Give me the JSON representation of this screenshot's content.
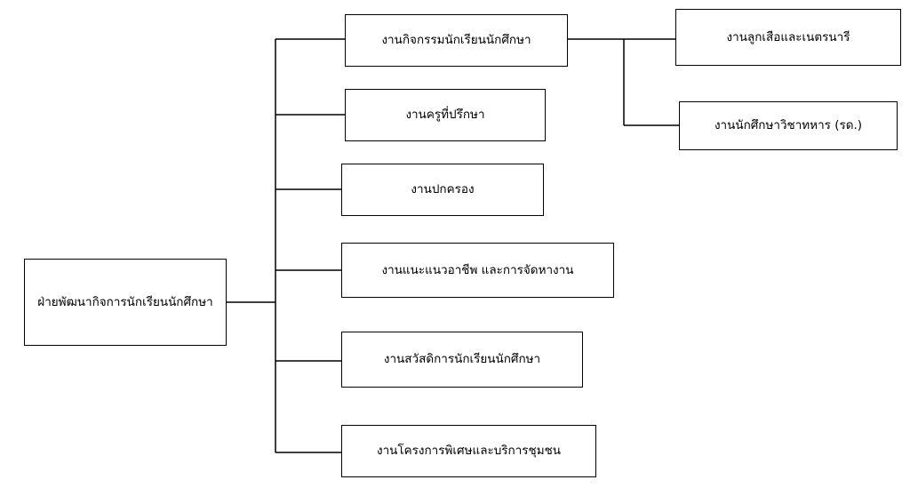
{
  "diagram": {
    "root": {
      "label": "ฝ่ายพัฒนากิจการนักเรียนนักศึกษา"
    },
    "departments": [
      {
        "label": "งานกิจกรรมนักเรียนนักศึกษา"
      },
      {
        "label": "งานครูที่ปรึกษา"
      },
      {
        "label": "งานปกครอง"
      },
      {
        "label": "งานแนะแนวอาชีพ และการจัดหางาน"
      },
      {
        "label": "งานสวัสดิการนักเรียนนักศึกษา"
      },
      {
        "label": "งานโครงการพิเศษและบริการชุมชน"
      }
    ],
    "sub_units": [
      {
        "label": "งานลูกเสือและเนตรนารี"
      },
      {
        "label": "งานนักศึกษาวิชาทหาร (รด.)"
      }
    ],
    "colors": {
      "line": "#000000",
      "box_border": "#000000",
      "background": "#ffffff",
      "text": "#000000"
    }
  }
}
